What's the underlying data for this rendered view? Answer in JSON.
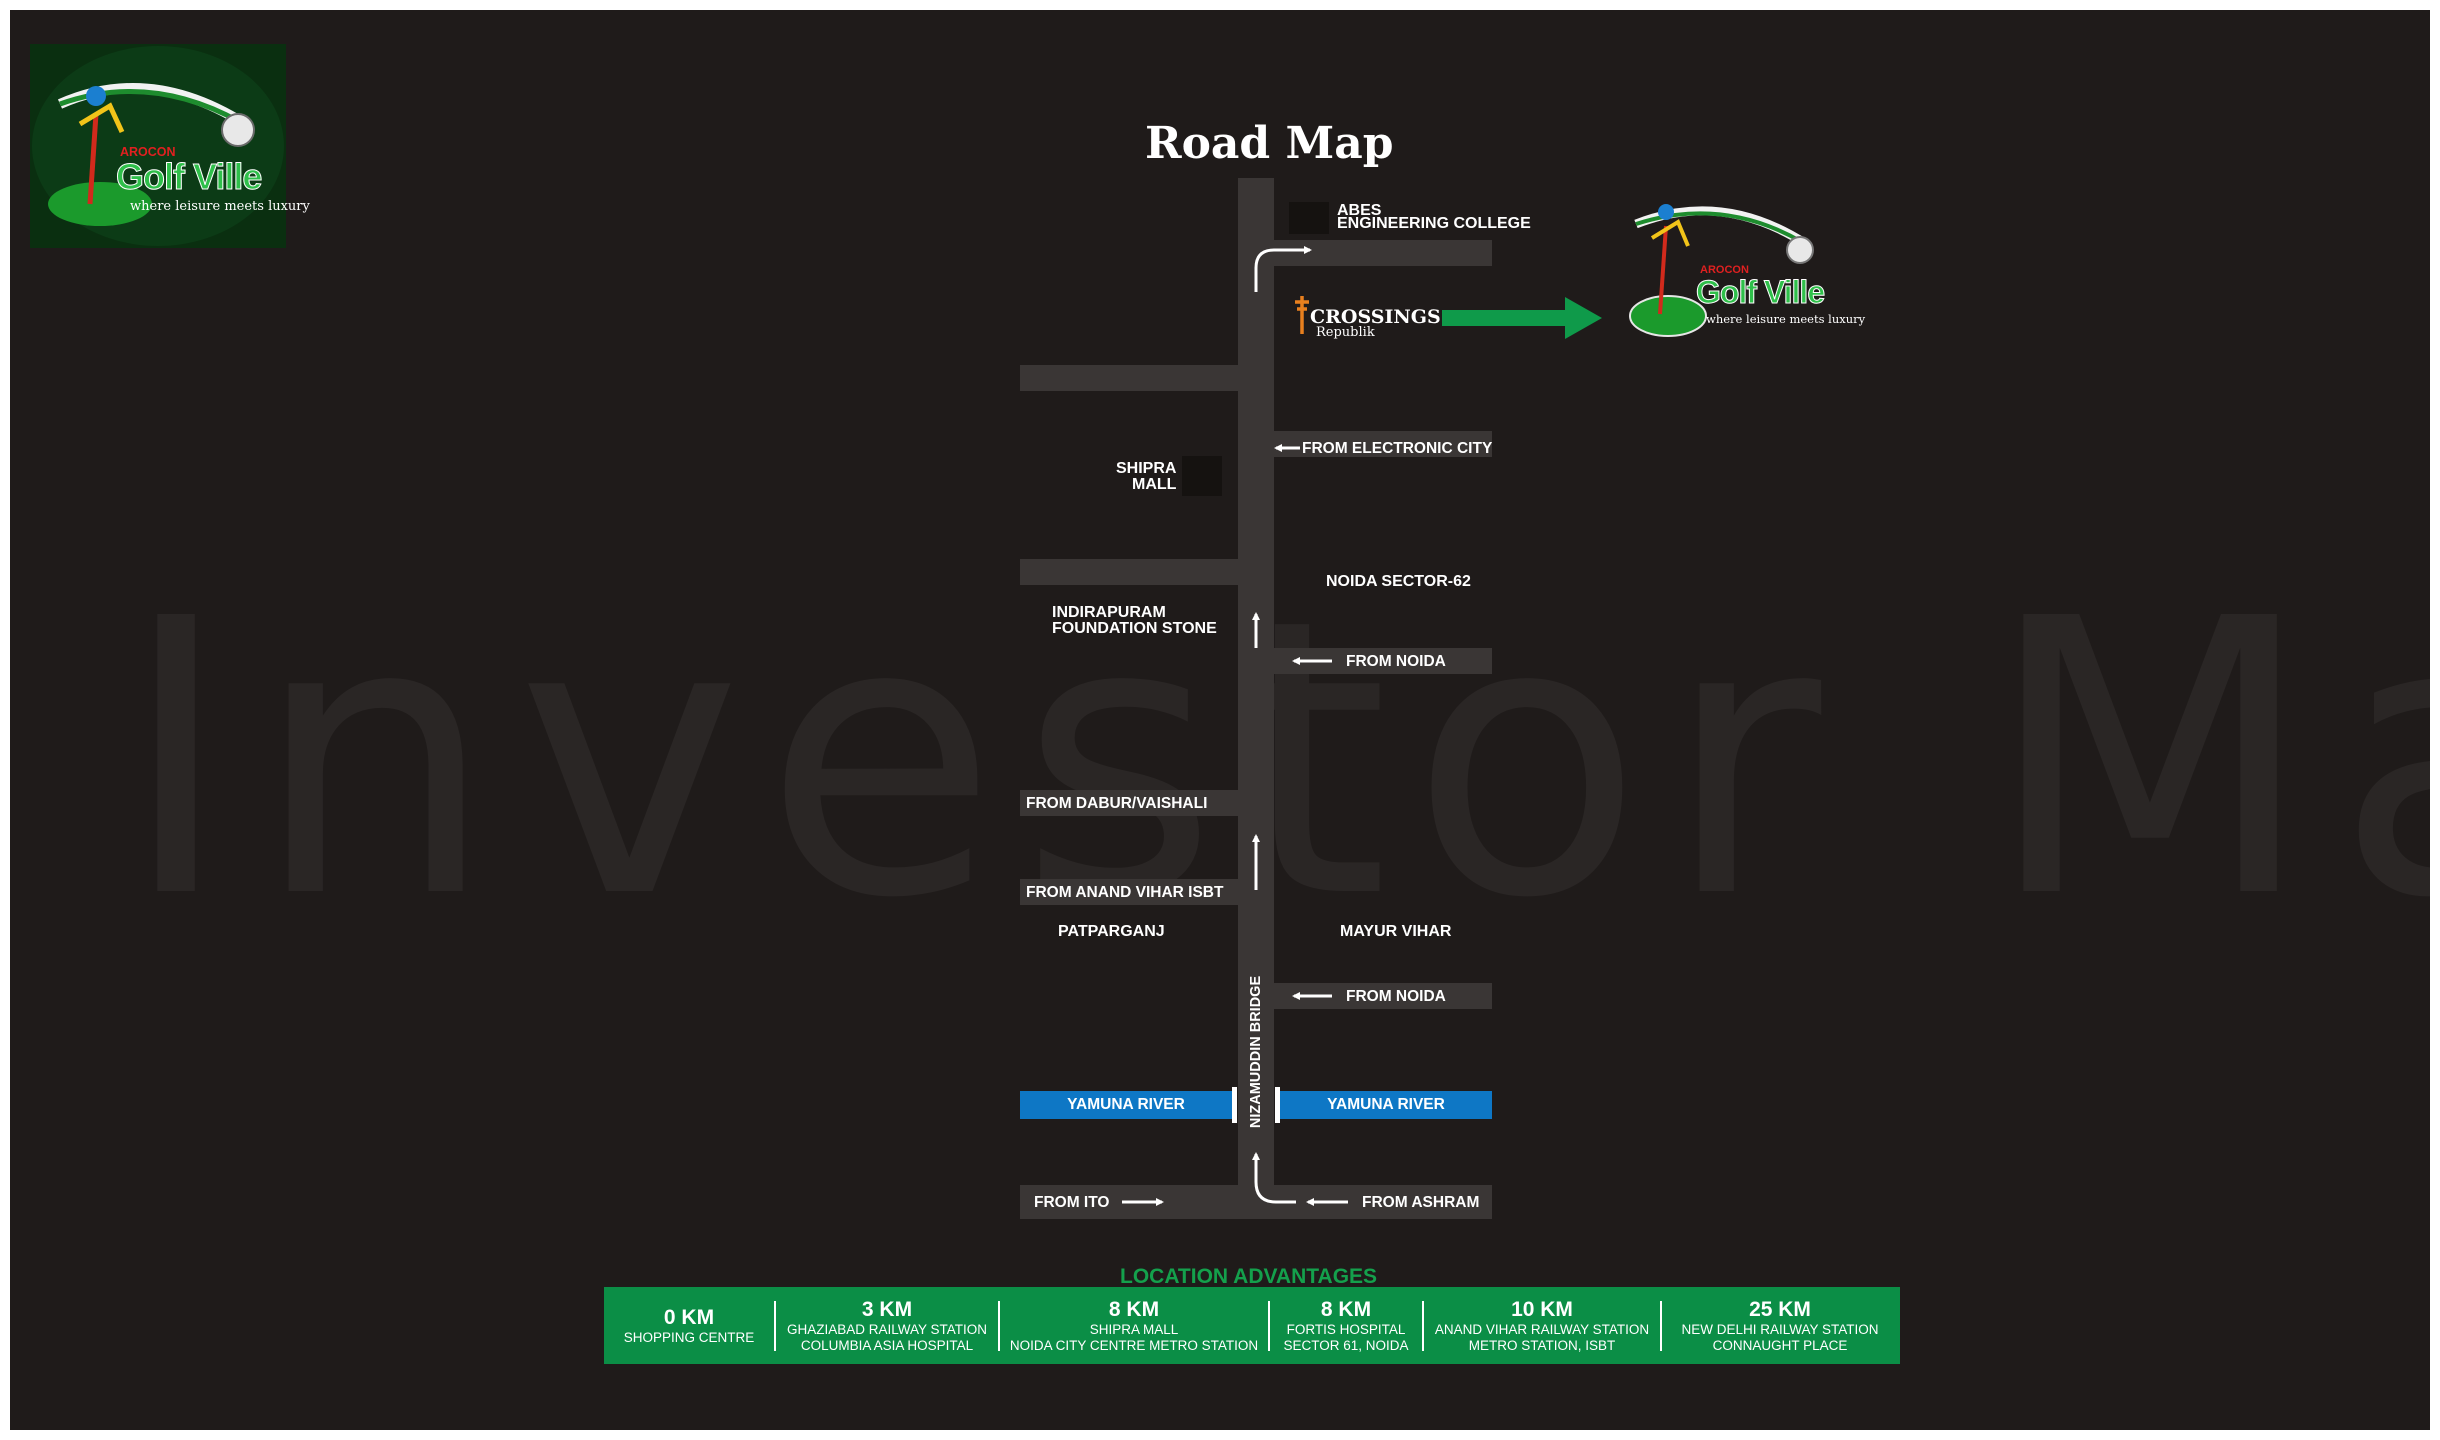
{
  "title": "Road Map",
  "watermark": "Investor Mart",
  "logo": {
    "brand": "AROCON",
    "name": "Golf Ville",
    "tagline": "where leisure meets luxury"
  },
  "crossings": {
    "name": "CROSSINGS",
    "sub": "Republik"
  },
  "map_labels": {
    "abes_line1": "ABES",
    "abes_line2": "ENGINEERING COLLEGE",
    "from_electronic_city": "FROM ELECTRONIC CITY",
    "shipra_line1": "SHIPRA",
    "shipra_line2": "MALL",
    "noida_sector_62": "NOIDA SECTOR-62",
    "indirapuram_line1": "INDIRAPURAM",
    "indirapuram_line2": "FOUNDATION STONE",
    "from_noida_1": "FROM NOIDA",
    "from_dabur": "FROM DABUR/VAISHALI",
    "from_anand_vihar": "FROM ANAND VIHAR ISBT",
    "patparganj": "PATPARGANJ",
    "mayur_vihar": "MAYUR VIHAR",
    "from_noida_2": "FROM NOIDA",
    "nizamuddin_bridge": "NIZAMUDDIN BRIDGE",
    "yamuna_left": "YAMUNA RIVER",
    "yamuna_right": "YAMUNA RIVER",
    "from_ito": "FROM ITO",
    "from_ashram": "FROM ASHRAM"
  },
  "colors": {
    "background": "#1f1b1a",
    "road": "#3a3635",
    "river": "#0e77c5",
    "accent_green": "#0b8e46"
  },
  "location_advantages": {
    "title": "LOCATION ADVANTAGES",
    "items": [
      {
        "km": "0 KM",
        "line1": "SHOPPING CENTRE",
        "line2": ""
      },
      {
        "km": "3 KM",
        "line1": "GHAZIABAD RAILWAY STATION",
        "line2": "COLUMBIA ASIA HOSPITAL"
      },
      {
        "km": "8 KM",
        "line1": "SHIPRA MALL",
        "line2": "NOIDA CITY CENTRE METRO STATION"
      },
      {
        "km": "8 KM",
        "line1": "FORTIS HOSPITAL",
        "line2": "SECTOR 61,  NOIDA"
      },
      {
        "km": "10 KM",
        "line1": "ANAND VIHAR RAILWAY STATION",
        "line2": "METRO STATION, ISBT"
      },
      {
        "km": "25 KM",
        "line1": "NEW DELHI RAILWAY STATION",
        "line2": "CONNAUGHT PLACE"
      }
    ]
  }
}
